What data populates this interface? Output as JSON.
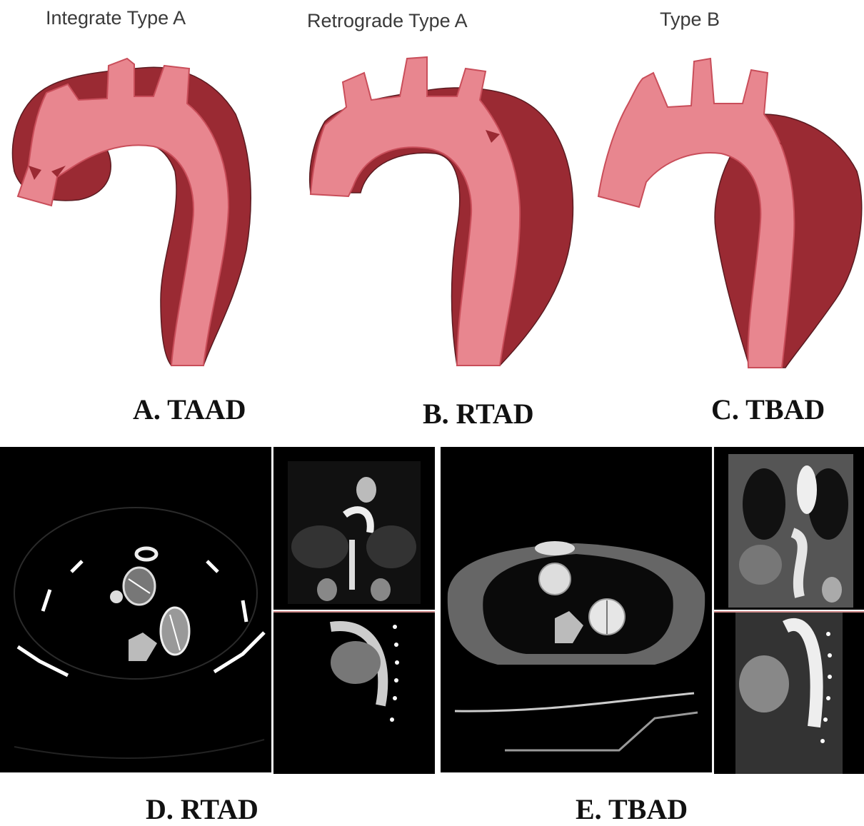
{
  "diagram_titles": {
    "a": "Integrate Type A",
    "b": "Retrograde Type A",
    "c": "Type B"
  },
  "panel_labels": {
    "a": "A. TAAD",
    "b": "B. RTAD",
    "c": "C. TBAD",
    "d": "D. RTAD",
    "e": "E. TBAD"
  },
  "colors": {
    "true_lumen": "#e8868f",
    "false_lumen": "#9a2a33",
    "lumen_edge": "#c94e5a",
    "ct_background": "#000000"
  }
}
